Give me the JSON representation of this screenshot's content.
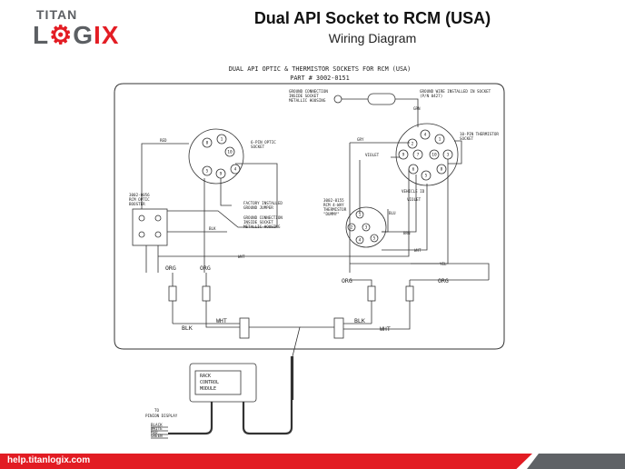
{
  "brand": {
    "line1": "TITAN",
    "line2_a": "L",
    "line2_o": "⚙",
    "line2_b": "G",
    "line2_x": "IX"
  },
  "header": {
    "title": "Dual API Socket to RCM (USA)",
    "subtitle": "Wiring Diagram"
  },
  "diagram": {
    "heading_1": "DUAL API OPTIC & THERMISTOR SOCKETS FOR RCM (USA)",
    "heading_2": "PART # 3002-0151",
    "labels": {
      "ground_conn_top": "GROUND CONNECTION",
      "inside_socket_top": "INSIDE SOCKET",
      "metallic_housing": "METALLIC HOUSING",
      "ground_wire_1": "GROUND WIRE INSTALLED IN SOCKET",
      "ground_wire_2": "(P/N 0427)",
      "grn_top": "GRN",
      "red": "RED",
      "optic_socket_1": "6-PIN OPTIC",
      "optic_socket_2": "SOCKET",
      "therm_socket_1": "10-PIN THERMISTOR",
      "therm_socket_2": "SOCKET",
      "gry": "GRY",
      "violet_left": "VIOLET",
      "violet_right_1": "VEHICLE ID",
      "violet_right_2": "VIOLET",
      "booster_1": "3002-0056",
      "booster_2": "RCM OPTIC",
      "booster_3": "BOOSTER",
      "jumper_1": "FACTORY INSTALLED",
      "jumper_2": "GROUND JUMPER",
      "gnd2_1": "GROUND CONNECTION",
      "gnd2_2": "INSIDE SOCKET",
      "gnd2_3": "METALLIC HOUSING",
      "blk_mid": "BLK",
      "dummy_1": "3002-0155",
      "dummy_2": "RCM 4-WAY",
      "dummy_3": "THERMISTOR",
      "dummy_4": "\"DUMMY\"",
      "blu": "BLU",
      "brn": "BRN",
      "wht_right": "WHT",
      "yel": "YEL",
      "wht_top": "WHT",
      "org_1": "ORG",
      "org_2": "ORG",
      "org_3": "ORG",
      "org_4": "ORG",
      "blk_l": "BLK",
      "wht_l": "WHT",
      "blk_r": "BLK",
      "wht_r": "WHT",
      "rcm_1": "RACK",
      "rcm_2": "CONTROL",
      "rcm_3": "MODULE",
      "to_1": "TO",
      "to_2": "PINION DISPLAY",
      "c_blk": "BLACK",
      "c_wht": "WHITE",
      "c_red": "RED",
      "c_grn": "GREEN"
    },
    "pins_optic": [
      "8",
      "1",
      "10",
      "5",
      "9",
      "4"
    ],
    "pins_therm": [
      "4",
      "1",
      "2",
      "9",
      "7",
      "10",
      "3",
      "8",
      "6",
      "5"
    ],
    "pins_dummy": [
      "1",
      "2",
      "3",
      "4",
      "5"
    ]
  },
  "footer": {
    "url": "help.titanlogix.com"
  }
}
